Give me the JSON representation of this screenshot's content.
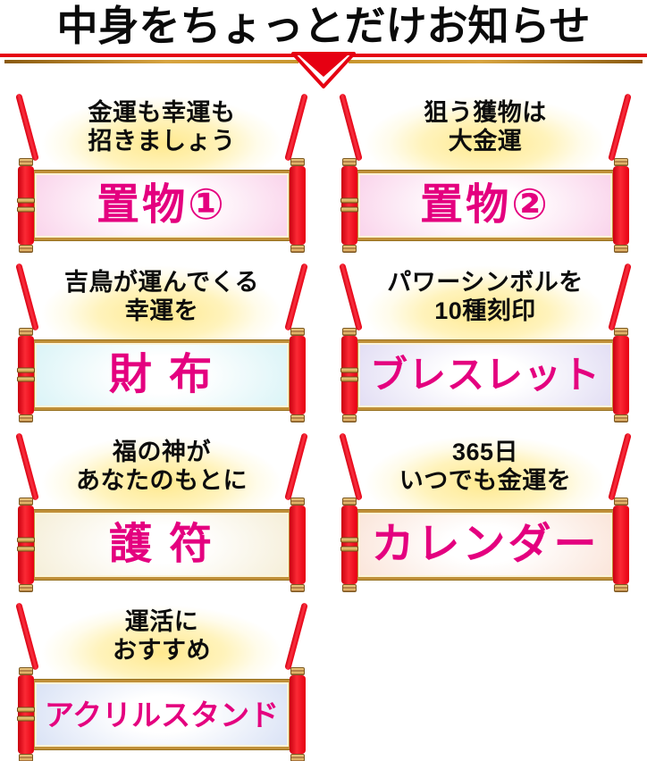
{
  "header": {
    "title": "中身をちょっとだけお知らせ"
  },
  "icons": {
    "divider_arrow": "red-down-triangle"
  },
  "colors": {
    "accent_red": "#e60012",
    "accent_gold": "#c8962e",
    "item_text_magenta": "#e4007f",
    "glow_yellow": "#ffe98e",
    "roller_knob_tan": "#c49a5e"
  },
  "items": [
    {
      "caption": [
        "金運も幸運も",
        "招きましょう"
      ],
      "name": "置物①",
      "edge_color": "#f8c4e4"
    },
    {
      "caption": [
        "狙う獲物は",
        "大金運"
      ],
      "name": "置物②",
      "edge_color": "#f8c4e4"
    },
    {
      "caption": [
        "吉鳥が運んでくる",
        "幸運を"
      ],
      "name": "財 布",
      "edge_color": "#cdf0f4"
    },
    {
      "caption": [
        "パワーシンボルを",
        "10種刻印"
      ],
      "name": "ブレスレット",
      "edge_color": "#d8d2f0"
    },
    {
      "caption": [
        "福の神が",
        "あなたのもとに"
      ],
      "name": "護 符",
      "edge_color": "#f2e9cb"
    },
    {
      "caption": [
        "365日",
        "いつでも金運を"
      ],
      "name": "カレンダー",
      "edge_color": "#f9dccd"
    },
    {
      "caption": [
        "運活に",
        "おすすめ"
      ],
      "name": "アクリルスタンド",
      "edge_color": "#ccd8f2"
    }
  ]
}
